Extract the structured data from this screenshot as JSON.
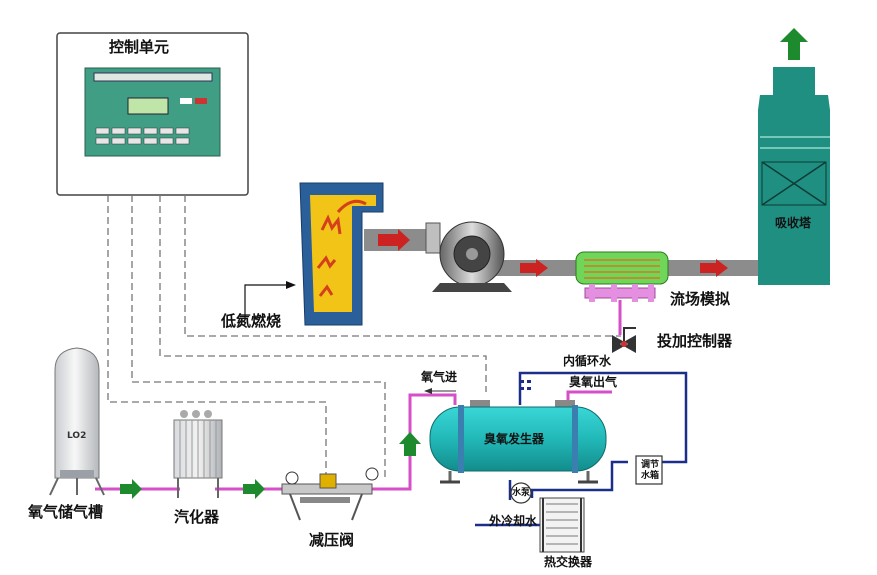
{
  "labels": {
    "control_unit": "控制单元",
    "low_nox_burner": "低氮燃烧",
    "flow_simulation": "流场模拟",
    "dosing_controller": "投加控制器",
    "absorption_tower": "吸收塔",
    "internal_circulation_water": "内循环水",
    "ozone_outlet": "臭氧出气",
    "oxygen_inlet": "氧气进",
    "ozone_generator": "臭氧发生器",
    "water_pump": "水泵",
    "regulating_tank": "调节\n水箱",
    "external_cooling_water": "外冷却水",
    "heat_exchanger": "热交换器",
    "oxygen_tank": "氧气储气槽",
    "vaporizer": "汽化器",
    "pressure_reducing_valve": "减压阀",
    "tank_marking": "LO2"
  },
  "colors": {
    "equipment_teal": "#1f8f82",
    "oxygen_pipe": "#d64fc9",
    "water_pipe": "#1b2f8a",
    "flue_duct": "#8c8c8c",
    "flow_arrow": "#cc2222",
    "oxygen_arrow": "#1e8a2e",
    "control_line": "#777777",
    "burner_blue": "#2b5f9a",
    "flame": "#f2c418"
  }
}
